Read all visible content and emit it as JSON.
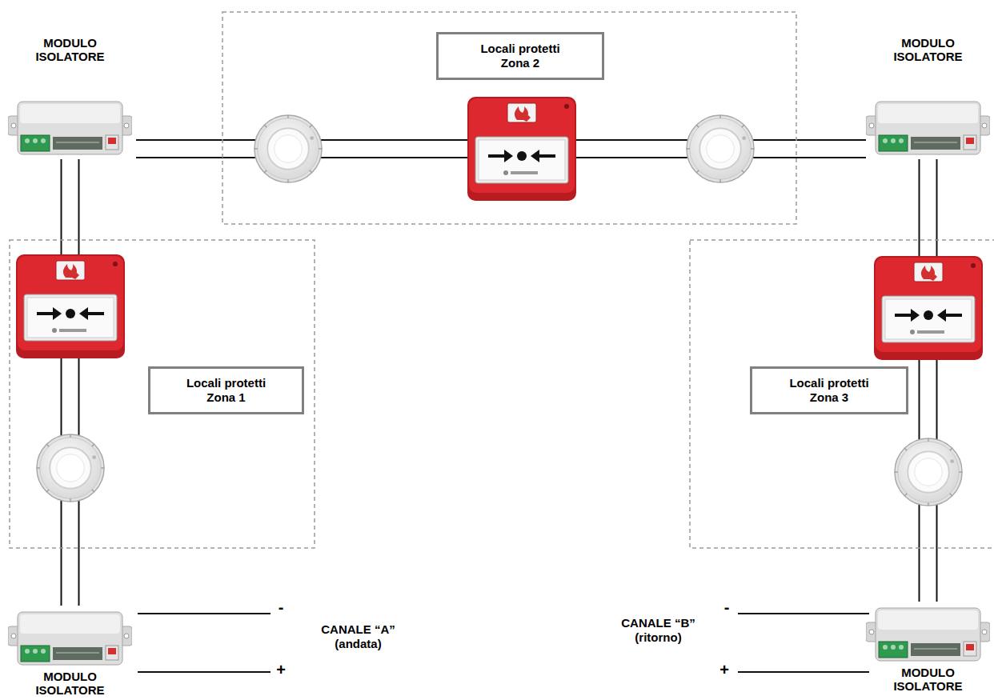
{
  "diagram": {
    "nodes": [
      {
        "text": [
          "MODULO ISOLATORE"
        ]
      },
      {
        "text": [
          "Locali protetti Zona 2"
        ]
      },
      {
        "text": [
          "MODULO ISOLATORE"
        ]
      },
      {
        "text": [
          "Locali protetti Zona 1"
        ]
      },
      {
        "text": [
          "Locali protetti Zona 3"
        ]
      },
      {
        "text": [
          "MODULO ISOLATORE"
        ]
      },
      {
        "text": [
          "MODULO ISOLATORE"
        ]
      }
    ],
    "edges": [
      {
        "from": 5,
        "to": 0,
        "arrow": "none"
      },
      {
        "from": 0,
        "to": 2,
        "arrow": "none"
      },
      {
        "from": 2,
        "to": 6,
        "arrow": "none"
      }
    ],
    "labels": [
      "-",
      "+",
      "CANALE “A” (andata)",
      "CANALE “B” (ritorno)",
      "-",
      "+"
    ]
  }
}
